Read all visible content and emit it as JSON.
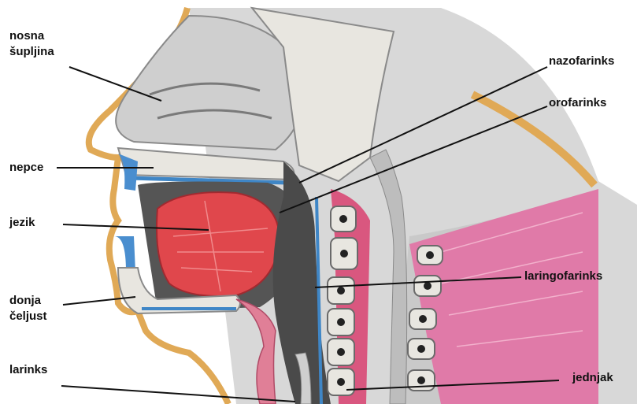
{
  "labels": {
    "nosna": [
      "nosna",
      "šupljina"
    ],
    "nepce": "nepce",
    "jezik": "jezik",
    "donja": [
      "donja",
      "čeljust"
    ],
    "larinks": "larinks",
    "nazofarinks": "nazofarinks",
    "orofarinks": "orofarinks",
    "laringofarinks": "laringofarinks",
    "jednjak": "jednjak"
  },
  "colors": {
    "bone": "#e8e6e0",
    "bone_outline": "#8a8a8a",
    "skin": "#e9b870",
    "tongue": "#e0474c",
    "muscle_pink": "#d9577f",
    "mucosa_blue": "#3f86c6",
    "airway_dark": "#4a4a4a",
    "tissue_grey": "#bdbdbd",
    "leader_line": "#111111"
  }
}
